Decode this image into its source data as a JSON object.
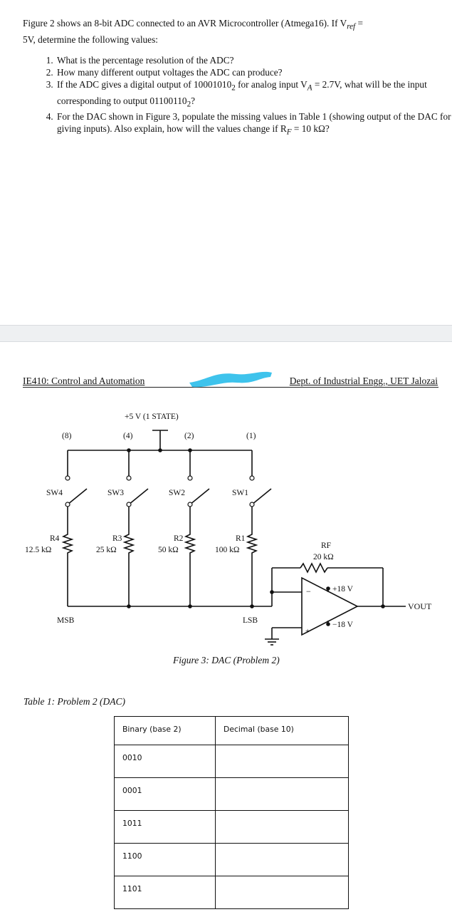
{
  "problem": {
    "intro_line1": "Figure 2 shows an 8-bit ADC connected to an AVR Microcontroller (Atmega16). If V",
    "intro_vref_sub": "ref",
    "intro_line1_end": " =",
    "intro_line2": "5V, determine the following values:",
    "q1": "What is the percentage resolution of the ADC?",
    "q2": "How many different output voltages the ADC can produce?",
    "q3_a": "If the ADC gives a digital output of 10001010",
    "q3_sub1": "2",
    "q3_b": " for analog input V",
    "q3_sub2": "A",
    "q3_c": " = 2.7V, what will be the input corresponding to output 01100110",
    "q3_sub3": "2",
    "q3_d": "?",
    "q4_a": "For the DAC shown in Figure 3, populate the missing values in Table 1 (showing output of the DAC for giving inputs). Also explain, how will the values change if R",
    "q4_sub": "F",
    "q4_b": " = 10 kΩ?"
  },
  "page_header": {
    "left": "IE410: Control and Automation",
    "right": "Dept. of Industrial Engg., UET Jalozai",
    "redaction_color": "#3ec3ec"
  },
  "circuit": {
    "supply": "+5 V (1 STATE)",
    "weights": [
      "(8)",
      "(4)",
      "(2)",
      "(1)"
    ],
    "switches": [
      "SW4",
      "SW3",
      "SW2",
      "SW1"
    ],
    "resistor_names": [
      "R4",
      "R3",
      "R2",
      "R1"
    ],
    "resistor_values": [
      "12.5 kΩ",
      "25 kΩ",
      "50 kΩ",
      "100 kΩ"
    ],
    "msb": "MSB",
    "lsb": "LSB",
    "rf_name": "RF",
    "rf_value": "20 kΩ",
    "vplus": "+18 V",
    "vminus": "−18 V",
    "vout": "VOUT",
    "inv_symbol": "−",
    "noninv_symbol": "+"
  },
  "figure_caption": "Figure 3: DAC (Problem 2)",
  "table_caption": "Table 1: Problem 2 (DAC)",
  "table": {
    "headers": [
      "Binary (base 2)",
      "Decimal (base 10)"
    ],
    "rows": [
      [
        "0010",
        ""
      ],
      [
        "0001",
        ""
      ],
      [
        "1011",
        ""
      ],
      [
        "1100",
        ""
      ],
      [
        "1101",
        ""
      ]
    ]
  }
}
